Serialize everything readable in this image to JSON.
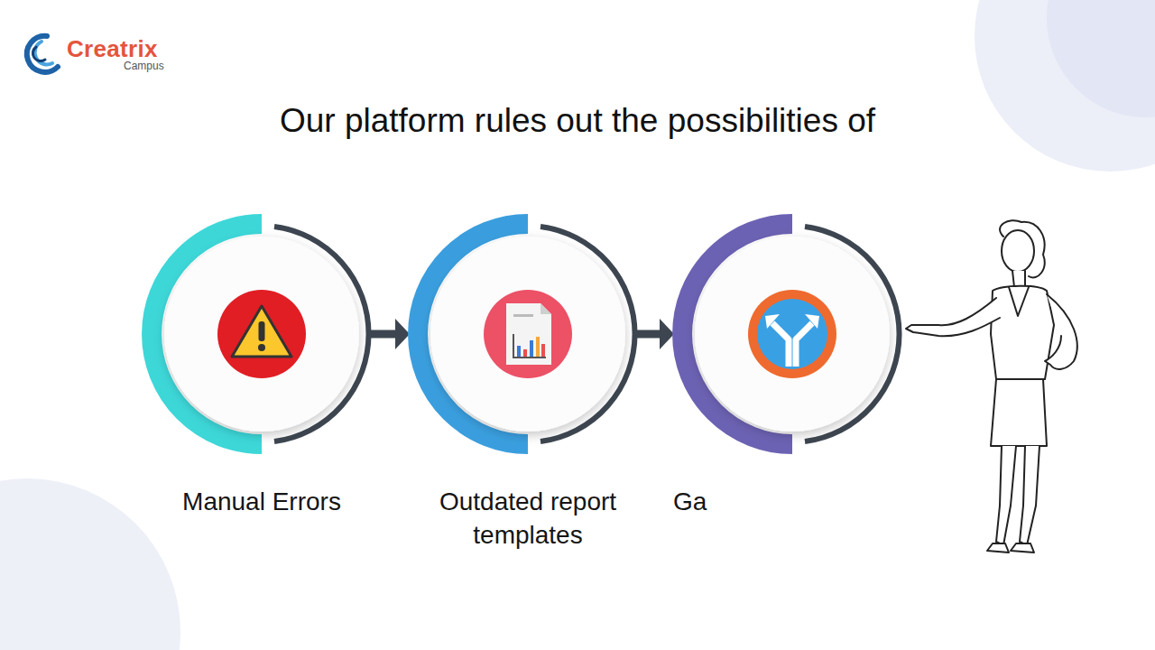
{
  "diagram": {
    "title": "Our platform rules out the possibilities of",
    "nodes": [
      {
        "text": [
          "Manual Errors"
        ]
      },
      {
        "text": [
          "Outdated report templates"
        ]
      },
      {
        "text": [
          "Ga"
        ]
      }
    ],
    "edges": [
      {
        "from": 0,
        "to": 1,
        "arrow": "to"
      },
      {
        "from": 1,
        "to": 2,
        "arrow": "to"
      }
    ],
    "labels": [
      "Creatrix",
      "Campus"
    ]
  }
}
